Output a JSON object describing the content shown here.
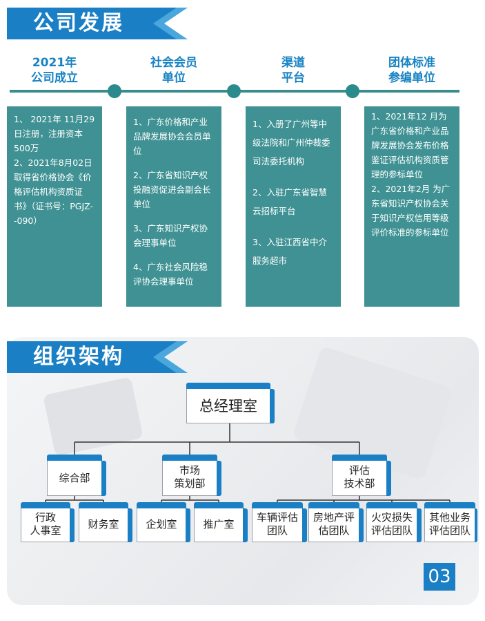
{
  "sections": {
    "development_title": "公司发展",
    "org_title": "组织架构"
  },
  "timeline": [
    {
      "title_line1": "2021年",
      "title_line2": "公司成立",
      "items": [
        "1、 2021年 11月29日注册，注册资本500万",
        "2、2021年8月02日取得省价格协会《价格评估机构资质证书》（证书号：PGJZ--090）"
      ]
    },
    {
      "title_line1": "社会会员",
      "title_line2": "单位",
      "items": [
        "1、广东价格和产业品牌发展协会会员单位",
        "2、广东省知识产权投融资促进会副会长单位",
        "3、广东知识产权协会理事单位",
        "4、广东社会风险稳评协会理事单位"
      ]
    },
    {
      "title_line1": "渠道",
      "title_line2": "平台",
      "items": [
        "1、入册了广州等中级法院和广州仲裁委司法委托机构",
        "2、入驻广东省智慧云招标平台",
        "3、入驻江西省中介服务超市"
      ]
    },
    {
      "title_line1": "团体标准",
      "title_line2": "参编单位",
      "items": [
        "1、2021年12 月为广东省价格和产业品牌发展协会发布价格鉴证评估机构资质管理的参标单位",
        "2、2021年2月 为广东省知识产权协会关于知识产权信用等级评价标准的参标单位"
      ]
    }
  ],
  "org": {
    "top": "总经理室",
    "departments": [
      {
        "line1": "综合部",
        "line2": ""
      },
      {
        "line1": "市场",
        "line2": "策划部"
      },
      {
        "line1": "评估",
        "line2": "技术部"
      }
    ],
    "teams": [
      {
        "line1": "行政",
        "line2": "人事室"
      },
      {
        "line1": "财务室",
        "line2": ""
      },
      {
        "line1": "企划室",
        "line2": ""
      },
      {
        "line1": "推广室",
        "line2": ""
      },
      {
        "line1": "车辆评估",
        "line2": "团队"
      },
      {
        "line1": "房地产评",
        "line2": "估团队"
      },
      {
        "line1": "火灾损失",
        "line2": "评估团队"
      },
      {
        "line1": "其他业务",
        "line2": "评估团队"
      }
    ]
  },
  "page_number": "03",
  "colors": {
    "banner_blue": "#1a7fc4",
    "title_blue": "#1783c3",
    "card_teal": "#3f9193",
    "timeline_teal": "#2b8a8c"
  }
}
